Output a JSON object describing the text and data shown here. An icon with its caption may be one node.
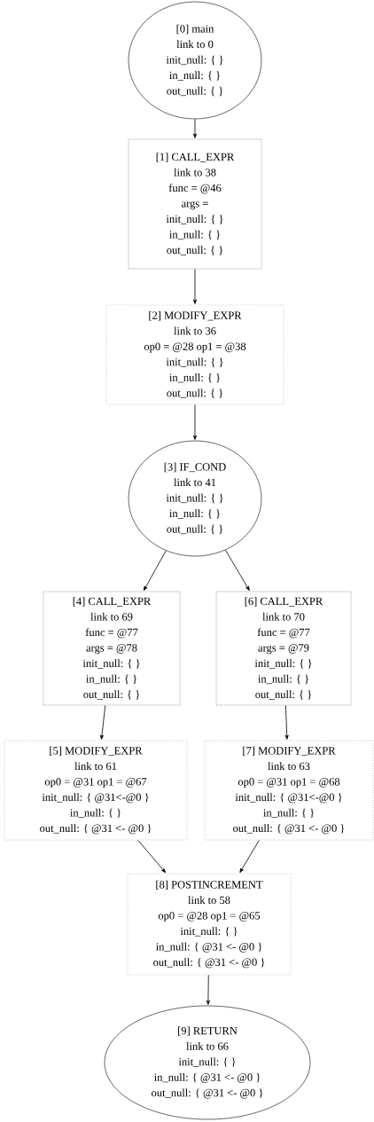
{
  "diagram": {
    "nodes": [
      {
        "text": [
          "[0] main",
          "link to 0",
          "init_null: { }",
          "in_null: { }",
          "out_null: { }"
        ]
      },
      {
        "text": [
          "[1] CALL_EXPR",
          "link to 38",
          "func = @46",
          "args =",
          "init_null: { }",
          "in_null: { }",
          "out_null: { }"
        ]
      },
      {
        "text": [
          "[2] MODIFY_EXPR",
          "link to 36",
          "op0 = @28    op1 = @38",
          "init_null: { }",
          "in_null: { }",
          "out_null: { }"
        ]
      },
      {
        "text": [
          "[3] IF_COND",
          "link to 41",
          "init_null: { }",
          "in_null: { }",
          "out_null: { }"
        ]
      },
      {
        "text": [
          "[4] CALL_EXPR",
          "link to 69",
          "func = @77",
          "args = @78",
          "init_null: { }",
          "in_null: { }",
          "out_null: { }"
        ]
      },
      {
        "text": [
          "[5] MODIFY_EXPR",
          "link to 61",
          "op0 = @31    op1 = @67",
          "init_null: { @31<-@0 }",
          "in_null: { }",
          "out_null: { @31 <- @0 }"
        ]
      },
      {
        "text": [
          "[6] CALL_EXPR",
          "link to 70",
          "func = @77",
          "args = @79",
          "init_null: { }",
          "in_null: { }",
          "out_null: { }"
        ]
      },
      {
        "text": [
          "[7] MODIFY_EXPR",
          "link to 63",
          "op0 = @31    op1 = @68",
          "init_null: { @31<-@0 }",
          "in_null: { }",
          "out_null: { @31 <- @0 }"
        ]
      },
      {
        "text": [
          "[8] POSTINCREMENT",
          "link to 58",
          "op0 = @28    op1 = @65",
          "init_null: { }",
          "in_null: { @31 <- @0 }",
          "out_null: { @31 <- @0 }"
        ]
      },
      {
        "text": [
          "[9] RETURN",
          "link to 66",
          "init_null: { }",
          "in_null: { @31 <- @0 }",
          "out_null: { @31 <- @0 }"
        ]
      }
    ],
    "edges": [
      {
        "from": 0,
        "to": 1,
        "arrow": "to"
      },
      {
        "from": 1,
        "to": 2,
        "arrow": "to"
      },
      {
        "from": 2,
        "to": 3,
        "arrow": "to"
      },
      {
        "from": 3,
        "to": 4,
        "arrow": "to"
      },
      {
        "from": 3,
        "to": 6,
        "arrow": "to"
      },
      {
        "from": 4,
        "to": 5,
        "arrow": "to"
      },
      {
        "from": 6,
        "to": 7,
        "arrow": "to"
      },
      {
        "from": 5,
        "to": 8,
        "arrow": "to"
      },
      {
        "from": 7,
        "to": 8,
        "arrow": "to"
      },
      {
        "from": 8,
        "to": 9,
        "arrow": "to"
      }
    ]
  }
}
